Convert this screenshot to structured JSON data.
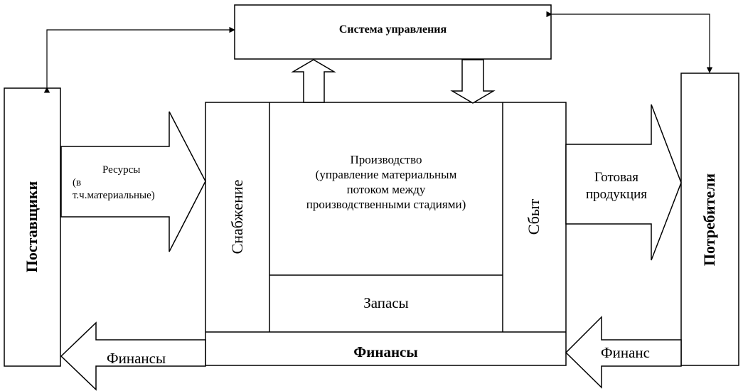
{
  "control_system": {
    "label": "Система управления"
  },
  "suppliers": {
    "label": "Поставщики"
  },
  "consumers": {
    "label": "Потребители"
  },
  "supply": {
    "label": "Снабжение"
  },
  "sales": {
    "label": "Сбыт"
  },
  "production": {
    "lines": [
      "Производство",
      "(управление материальным",
      "потоком между",
      "производственными стадиями)"
    ]
  },
  "stocks": {
    "label": "Запасы"
  },
  "finance_bar": {
    "label": "Финансы"
  },
  "resources_arrow": {
    "title": "Ресурсы",
    "line2": "(в",
    "line3": "т.ч.материальные)"
  },
  "products_arrow": {
    "line1": "Готовая",
    "line2": "продукция"
  },
  "finance_left_arrow": {
    "label": "Финансы"
  },
  "finance_right_arrow": {
    "label": "Финанс"
  }
}
